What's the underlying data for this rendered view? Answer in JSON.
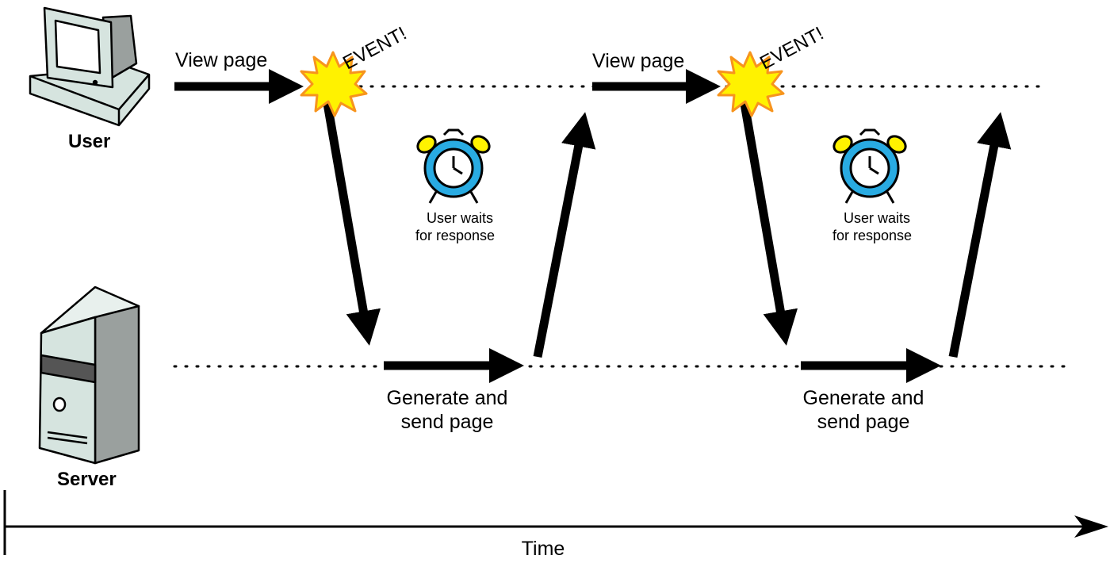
{
  "labels": {
    "user": "User",
    "server": "Server",
    "time": "Time",
    "event": "EVENT!",
    "view_page": "View page",
    "generate_line1": "Generate and",
    "generate_line2": "send page",
    "wait_line1": "User waits",
    "wait_line2": "for response"
  },
  "icons": {
    "user": "computer-icon",
    "server": "server-tower-icon",
    "event": "starburst-icon",
    "wait": "alarm-clock-icon"
  },
  "colors": {
    "line": "#000000",
    "burst_fill": "#fff200",
    "burst_stroke": "#f7941d",
    "clock_blue": "#29abe2",
    "clock_yellow": "#fff200",
    "device_fill": "#d6e4df"
  }
}
